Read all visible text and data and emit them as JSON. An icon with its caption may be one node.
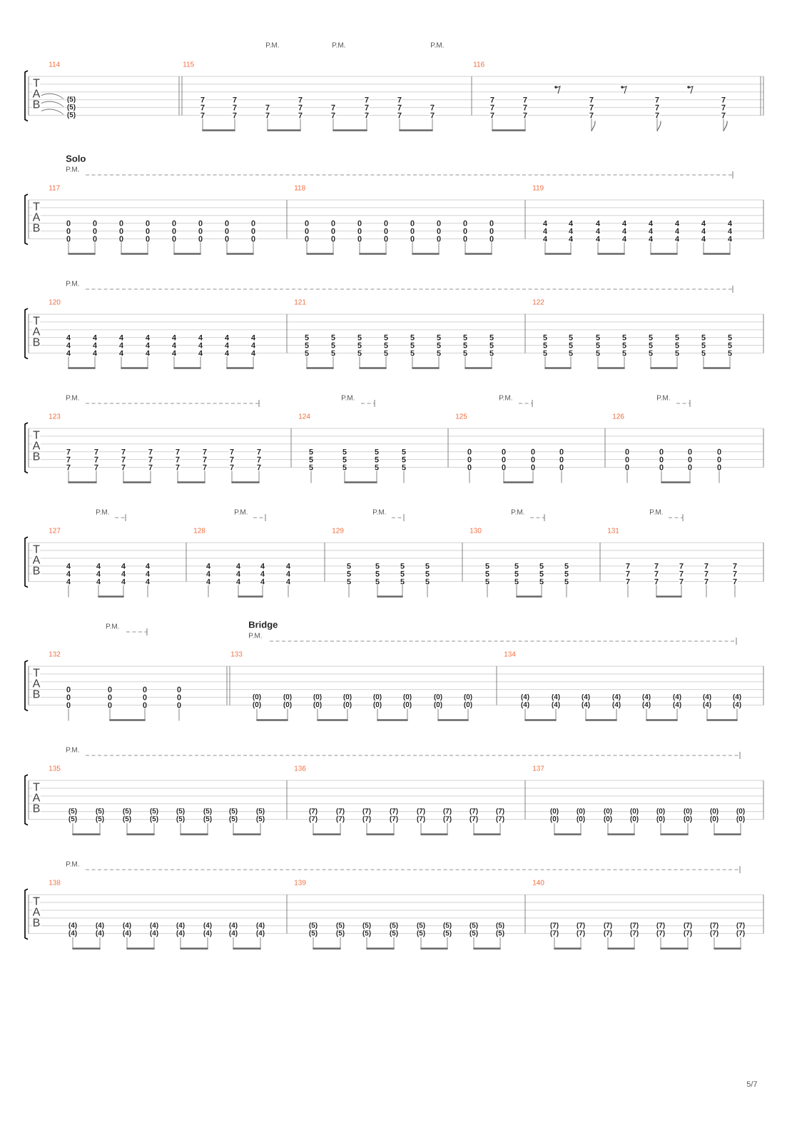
{
  "diagram": {
    "labels": [
      "P.M.",
      "P.M.",
      "P.M.",
      "T",
      "A",
      "B",
      "114",
      "(5)",
      "(5)",
      "(5)",
      "115",
      "7",
      "7",
      "7",
      "7",
      "7",
      "7",
      "7",
      "7",
      "7",
      "7",
      "7",
      "7",
      "7",
      "7",
      "7",
      "7",
      "7",
      "7",
      "7",
      "7",
      "7",
      "116",
      "7",
      "7",
      "7",
      "7",
      "7",
      "7",
      "7",
      "7",
      "7",
      "7",
      "7",
      "7",
      "7",
      "7",
      "7",
      "Solo",
      "P.M.",
      "T",
      "A",
      "B",
      "117",
      "0",
      "0",
      "0",
      "0",
      "0",
      "0",
      "0",
      "0",
      "0",
      "0",
      "0",
      "0",
      "0",
      "0",
      "0",
      "0",
      "0",
      "0",
      "0",
      "0",
      "0",
      "0",
      "0",
      "0",
      "118",
      "0",
      "0",
      "0",
      "0",
      "0",
      "0",
      "0",
      "0",
      "0",
      "0",
      "0",
      "0",
      "0",
      "0",
      "0",
      "0",
      "0",
      "0",
      "0",
      "0",
      "0",
      "0",
      "0",
      "0",
      "119",
      "4",
      "4",
      "4",
      "4",
      "4",
      "4",
      "4",
      "4",
      "4",
      "4",
      "4",
      "4",
      "4",
      "4",
      "4",
      "4",
      "4",
      "4",
      "4",
      "4",
      "4",
      "4",
      "4",
      "4",
      "P.M.",
      "T",
      "A",
      "B",
      "120",
      "4",
      "4",
      "4",
      "4",
      "4",
      "4",
      "4",
      "4",
      "4",
      "4",
      "4",
      "4",
      "4",
      "4",
      "4",
      "4",
      "4",
      "4",
      "4",
      "4",
      "4",
      "4",
      "4",
      "4",
      "121",
      "5",
      "5",
      "5",
      "5",
      "5",
      "5",
      "5",
      "5",
      "5",
      "5",
      "5",
      "5",
      "5",
      "5",
      "5",
      "5",
      "5",
      "5",
      "5",
      "5",
      "5",
      "5",
      "5",
      "5",
      "122",
      "5",
      "5",
      "5",
      "5",
      "5",
      "5",
      "5",
      "5",
      "5",
      "5",
      "5",
      "5",
      "5",
      "5",
      "5",
      "5",
      "5",
      "5",
      "5",
      "5",
      "5",
      "5",
      "5",
      "5",
      "P.M.",
      "P.M.",
      "P.M.",
      "P.M.",
      "T",
      "A",
      "B",
      "123",
      "7",
      "7",
      "7",
      "7",
      "7",
      "7",
      "7",
      "7",
      "7",
      "7",
      "7",
      "7",
      "7",
      "7",
      "7",
      "7",
      "7",
      "7",
      "7",
      "7",
      "7",
      "7",
      "7",
      "7",
      "124",
      "5",
      "5",
      "5",
      "5",
      "5",
      "5",
      "5",
      "5",
      "5",
      "5",
      "5",
      "5",
      "125",
      "0",
      "0",
      "0",
      "0",
      "0",
      "0",
      "0",
      "0",
      "0",
      "0",
      "0",
      "0",
      "126",
      "0",
      "0",
      "0",
      "0",
      "0",
      "0",
      "0",
      "0",
      "0",
      "0",
      "0",
      "0",
      "P.M.",
      "P.M.",
      "P.M.",
      "P.M.",
      "P.M.",
      "T",
      "A",
      "B",
      "127",
      "4",
      "4",
      "4",
      "4",
      "4",
      "4",
      "4",
      "4",
      "4",
      "4",
      "4",
      "4",
      "128",
      "4",
      "4",
      "4",
      "4",
      "4",
      "4",
      "4",
      "4",
      "4",
      "4",
      "4",
      "4",
      "129",
      "5",
      "5",
      "5",
      "5",
      "5",
      "5",
      "5",
      "5",
      "5",
      "5",
      "5",
      "5",
      "130",
      "5",
      "5",
      "5",
      "5",
      "5",
      "5",
      "5",
      "5",
      "5",
      "5",
      "5",
      "5",
      "131",
      "7",
      "7",
      "7",
      "7",
      "7",
      "7",
      "7",
      "7",
      "7",
      "7",
      "7",
      "7",
      "7",
      "7",
      "7",
      "P.M.",
      "Bridge",
      "P.M.",
      "T",
      "A",
      "B",
      "132",
      "0",
      "0",
      "0",
      "0",
      "0",
      "0",
      "0",
      "0",
      "0",
      "0",
      "0",
      "0",
      "133",
      "(0)",
      "(0)",
      "(0)",
      "(0)",
      "(0)",
      "(0)",
      "(0)",
      "(0)",
      "(0)",
      "(0)",
      "(0)",
      "(0)",
      "(0)",
      "(0)",
      "(0)",
      "(0)",
      "134",
      "(4)",
      "(4)",
      "(4)",
      "(4)",
      "(4)",
      "(4)",
      "(4)",
      "(4)",
      "(4)",
      "(4)",
      "(4)",
      "(4)",
      "(4)",
      "(4)",
      "(4)",
      "(4)",
      "P.M.",
      "T",
      "A",
      "B",
      "135",
      "(5)",
      "(5)",
      "(5)",
      "(5)",
      "(5)",
      "(5)",
      "(5)",
      "(5)",
      "(5)",
      "(5)",
      "(5)",
      "(5)",
      "(5)",
      "(5)",
      "(5)",
      "(5)",
      "136",
      "(7)",
      "(7)",
      "(7)",
      "(7)",
      "(7)",
      "(7)",
      "(7)",
      "(7)",
      "(7)",
      "(7)",
      "(7)",
      "(7)",
      "(7)",
      "(7)",
      "(7)",
      "(7)",
      "137",
      "(0)",
      "(0)",
      "(0)",
      "(0)",
      "(0)",
      "(0)",
      "(0)",
      "(0)",
      "(0)",
      "(0)",
      "(0)",
      "(0)",
      "(0)",
      "(0)",
      "(0)",
      "(0)",
      "P.M.",
      "T",
      "A",
      "B",
      "138",
      "(4)",
      "(4)",
      "(4)",
      "(4)",
      "(4)",
      "(4)",
      "(4)",
      "(4)",
      "(4)",
      "(4)",
      "(4)",
      "(4)",
      "(4)",
      "(4)",
      "(4)",
      "(4)",
      "139",
      "(5)",
      "(5)",
      "(5)",
      "(5)",
      "(5)",
      "(5)",
      "(5)",
      "(5)",
      "(5)",
      "(5)",
      "(5)",
      "(5)",
      "(5)",
      "(5)",
      "(5)",
      "(5)",
      "140",
      "(7)",
      "(7)",
      "(7)",
      "(7)",
      "(7)",
      "(7)",
      "(7)",
      "(7)",
      "(7)",
      "(7)",
      "(7)",
      "(7)",
      "(7)",
      "(7)",
      "(7)",
      "(7)",
      "5/7"
    ]
  }
}
